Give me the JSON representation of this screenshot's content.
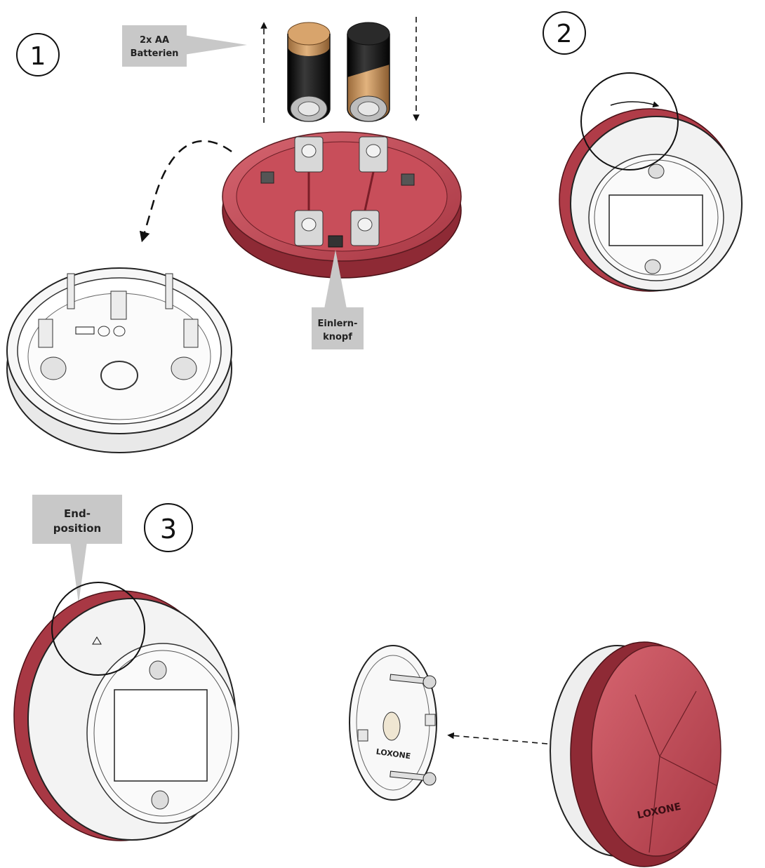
{
  "steps": {
    "step1": "1",
    "step2": "2",
    "step3": "3"
  },
  "callouts": {
    "batteries_line1": "2x AA",
    "batteries_line2": "Batterien",
    "learn_button_line1": "Einlern-",
    "learn_button_line2": "knopf",
    "end_position_line1": "End-",
    "end_position_line2": "position"
  },
  "brand": {
    "logo_text": "LOXONE"
  },
  "colors": {
    "housing_red": "#c34a56",
    "housing_red_dark": "#8e2a35",
    "callout_gray": "#c8c8c8",
    "battery_gold": "#c8925a",
    "battery_black": "#1c1c1c"
  }
}
